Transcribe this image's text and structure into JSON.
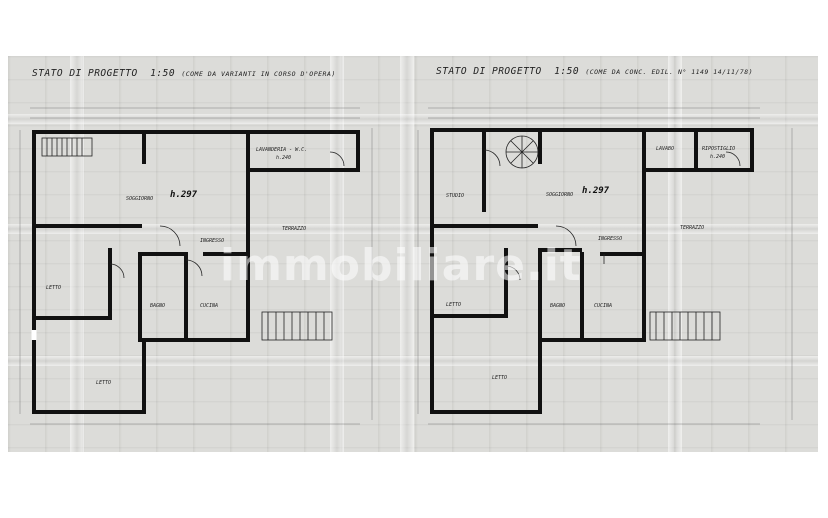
{
  "left_plan": {
    "title": "STATO DI PROGETTO",
    "scale": "1:50",
    "subtitle": "(COME DA VARIANTI IN CORSO D'OPERA)",
    "height_label": "h.297",
    "rooms": {
      "lavanderia": "LAVANDERIA - W.C.",
      "lavanderia_h": "h.240",
      "soggiorno": "SOGGIORNO",
      "ingresso": "INGRESSO",
      "letto1": "LETTO",
      "letto2": "LETTO",
      "bagno": "BAGNO",
      "cucina": "CUCINA",
      "terrazzo": "TERRAZZO"
    }
  },
  "right_plan": {
    "title": "STATO DI PROGETTO",
    "scale": "1:50",
    "subtitle": "(COME DA CONC. EDIL. N° 1149 14/11/78)",
    "height_label": "h.297",
    "rooms": {
      "lavabo": "LAVABO",
      "ripostiglio": "RIPOSTIGLIO",
      "ripostiglio_h": "h.240",
      "studio": "STUDIO",
      "soggiorno": "SOGGIORNO",
      "ingresso": "INGRESSO",
      "letto1": "LETTO",
      "letto2": "LETTO",
      "bagno": "BAGNO",
      "cucina": "CUCINA",
      "terrazzo": "TERRAZZO"
    }
  },
  "watermark": "immobiliare.it"
}
